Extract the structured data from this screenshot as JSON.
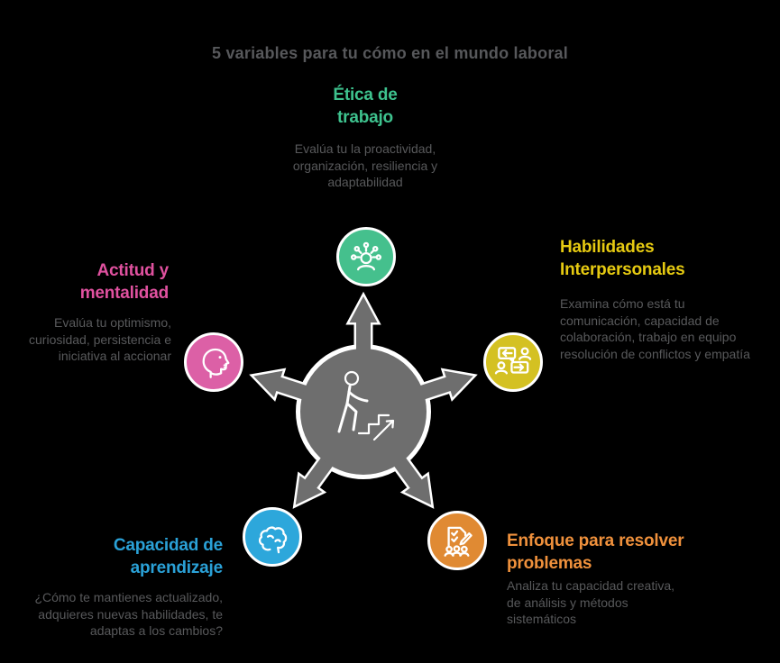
{
  "page": {
    "title": "5 variables para tu cómo en el mundo laboral",
    "title_color": "#57585b",
    "text_color": "#58595b",
    "background": "#000000"
  },
  "hub": {
    "color": "#6e6e6e",
    "outline_color": "#ffffff",
    "icon": "person-climbing-stairs-icon",
    "arrow_count": 5
  },
  "sections": {
    "etica": {
      "title": "Ética de\ntrabajo",
      "title_color": "#3ec28e",
      "circle_color": "#45c08d",
      "icon": "radiating-ideas-person-icon",
      "description": "Evalúa tu la proactividad,\norganización, resiliencia y\nadaptabilidad"
    },
    "habilidades": {
      "title": "Habilidades\nInterpersonales",
      "title_color": "#e6ca11",
      "circle_color": "#d4c122",
      "icon": "chat-people-icon",
      "description": "Examina cómo está tu\ncomunicación, capacidad de\ncolaboración, trabajo en equipo\nresolución de conflictos y empatía"
    },
    "actitud": {
      "title": "Actitud y\nmentalidad",
      "title_color": "#e0519f",
      "circle_color": "#dc60a6",
      "icon": "head-profile-icon",
      "description": "Evalúa tu optimismo,\ncuriosidad, persistencia e\niniciativa al accionar"
    },
    "capacidad": {
      "title": "Capacidad de\naprendizaje",
      "title_color": "#2aa1d7",
      "circle_color": "#2da7db",
      "icon": "brain-icon",
      "description": "¿Cómo te mantienes actualizado,\nadquieres nuevas habilidades, te\nadaptas a los cambios?"
    },
    "enfoque": {
      "title": "Enfoque para resolver\nproblemas",
      "title_color": "#f0913c",
      "circle_color": "#e08a33",
      "icon": "checklist-pencil-icon",
      "description": "Analiza tu capacidad creativa,\nde análisis y métodos\nsistemáticos"
    }
  }
}
